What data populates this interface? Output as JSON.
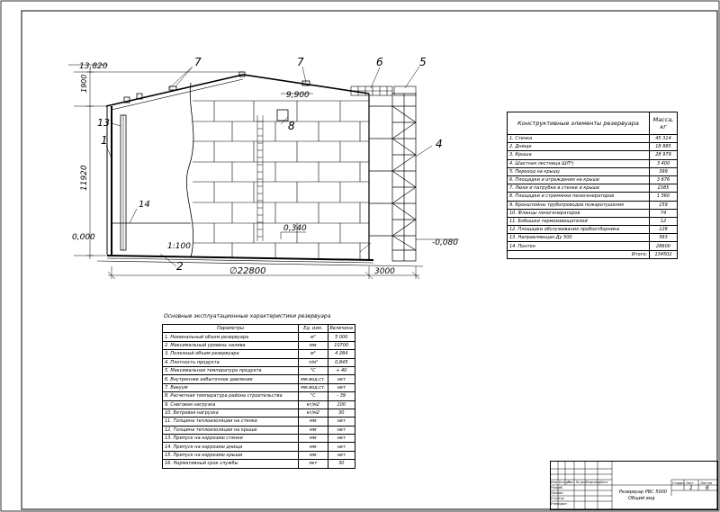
{
  "drawing": {
    "dimensions": {
      "top_elevation": "13,820",
      "roof_height": "1900",
      "wall_height": "11920",
      "ground_level": "0,000",
      "roof_edge_level": "9,900",
      "bottom_level": "0,340",
      "foundation_level": "-0,080",
      "slope": "1:100",
      "diameter": "∅22800",
      "stair_offset": "3000"
    },
    "callouts": [
      "1",
      "2",
      "4",
      "5",
      "6",
      "7",
      "7",
      "8",
      "13",
      "14"
    ]
  },
  "elements_table": {
    "header": {
      "name": "Конструктивные элементы резервуара",
      "mass": "Масса, кг"
    },
    "rows": [
      {
        "name": "1. Стенка",
        "mass": "45 314"
      },
      {
        "name": "2. Днище",
        "mass": "18 885"
      },
      {
        "name": "3. Крыша",
        "mass": "28 979"
      },
      {
        "name": "4. Шахтная лестница ШЛ*)",
        "mass": "3 400"
      },
      {
        "name": "5. Переход на крышу",
        "mass": "399"
      },
      {
        "name": "6. Площадки и ограждения на крыше",
        "mass": "3 676"
      },
      {
        "name": "7. Люки и патрубки в стенке и крыше",
        "mass": "2385"
      },
      {
        "name": "8. Площадки и стремянки пеногенераторов",
        "mass": "1 560"
      },
      {
        "name": "9. Кронштейны трубопроводов пожаротушения",
        "mass": "159"
      },
      {
        "name": "10. Фланцы пеногенераторов",
        "mass": "74"
      },
      {
        "name": "11. Бобышки термоизвещателей",
        "mass": "12"
      },
      {
        "name": "12. Площадки обслуживания пробоотборника",
        "mass": "128"
      },
      {
        "name": "13. Направляющая Ду 500",
        "mass": "583"
      },
      {
        "name": "14. Понтон",
        "mass": "28600"
      }
    ],
    "total": {
      "label": "Итого:",
      "mass": "134502"
    }
  },
  "params_table": {
    "caption": "Основные эксплуатационные характеристики резервуара",
    "header": {
      "param": "Параметры",
      "unit": "Ед. изм.",
      "value": "Величина"
    },
    "rows": [
      {
        "param": "1. Номинальный объем резервуара",
        "unit": "м³",
        "value": "5 000"
      },
      {
        "param": "2. Максимальный уровень налива",
        "unit": "мм",
        "value": "10700"
      },
      {
        "param": "3. Полезный объем резервуара",
        "unit": "м³",
        "value": "4 284"
      },
      {
        "param": "4. Плотность продукта",
        "unit": "т/м³",
        "value": "0,845"
      },
      {
        "param": "5. Максимальная температура продукта",
        "unit": "°С",
        "value": "+ 40"
      },
      {
        "param": "6. Внутреннее избыточное давление",
        "unit": "мм.вод.ст.",
        "value": "нет"
      },
      {
        "param": "7. Вакуум",
        "unit": "мм.вод.ст.",
        "value": "нет"
      },
      {
        "param": "8. Расчетная температура района строительства",
        "unit": "°С",
        "value": "- 39"
      },
      {
        "param": "9. Снеговая нагрузка",
        "unit": "кг/м2",
        "value": "100"
      },
      {
        "param": "10. Ветровая нагрузка",
        "unit": "кг/м2",
        "value": "30"
      },
      {
        "param": "11. Толщина теплоизоляции на стенке",
        "unit": "мм",
        "value": "нет"
      },
      {
        "param": "12. Толщина теплоизоляции на крыше",
        "unit": "мм",
        "value": "нет"
      },
      {
        "param": "13. Припуск на коррозию стенки",
        "unit": "мм",
        "value": "нет"
      },
      {
        "param": "14. Припуск на коррозию днища",
        "unit": "мм",
        "value": "нет"
      },
      {
        "param": "15. Припуск на коррозию крыши",
        "unit": "мм",
        "value": "нет"
      },
      {
        "param": "16. Нормативный срок службы",
        "unit": "лет",
        "value": "30"
      }
    ]
  },
  "title_block": {
    "stage_label": "Стадия",
    "sheet_label": "Лист",
    "sheets_label": "Листов",
    "sheet": "1",
    "sheets": "6",
    "title_line1": "Резервуар РВС 5000",
    "title_line2": "Общий вид",
    "row_labels": [
      "Изм.",
      "Кол.уч",
      "Лист",
      "№ док.",
      "Подпись",
      "Дата"
    ],
    "sign_labels": [
      "Разраб.",
      "Провер.",
      "",
      "Н.контр.",
      "Утвердил"
    ]
  }
}
